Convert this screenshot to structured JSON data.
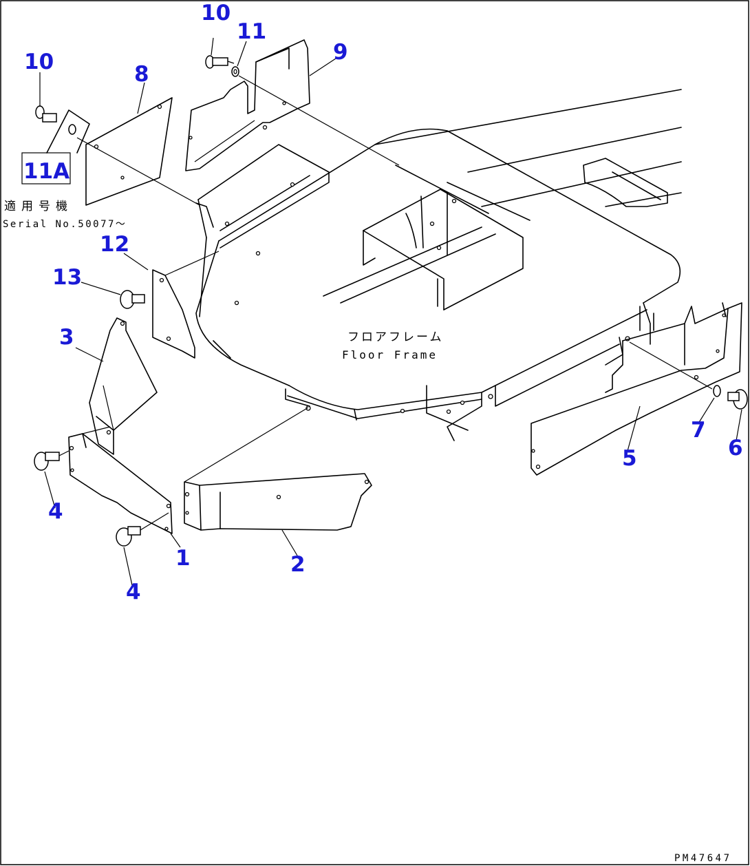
{
  "drawing": {
    "floor_frame_jp": "フロアフレーム",
    "floor_frame_en": "Floor Frame",
    "applicable_jp": "適用号機",
    "serial_note": "Serial No.50077～",
    "drawing_number": "PM47647"
  },
  "callouts": {
    "c1": "1",
    "c2": "2",
    "c3": "3",
    "c4a": "4",
    "c4b": "4",
    "c5": "5",
    "c6": "6",
    "c7": "7",
    "c8": "8",
    "c9": "9",
    "c10a": "10",
    "c10b": "10",
    "c11": "11",
    "c11a": "11A",
    "c12": "12",
    "c13": "13"
  },
  "colors": {
    "callout": "#1a1ad6",
    "linework": "#000000"
  }
}
